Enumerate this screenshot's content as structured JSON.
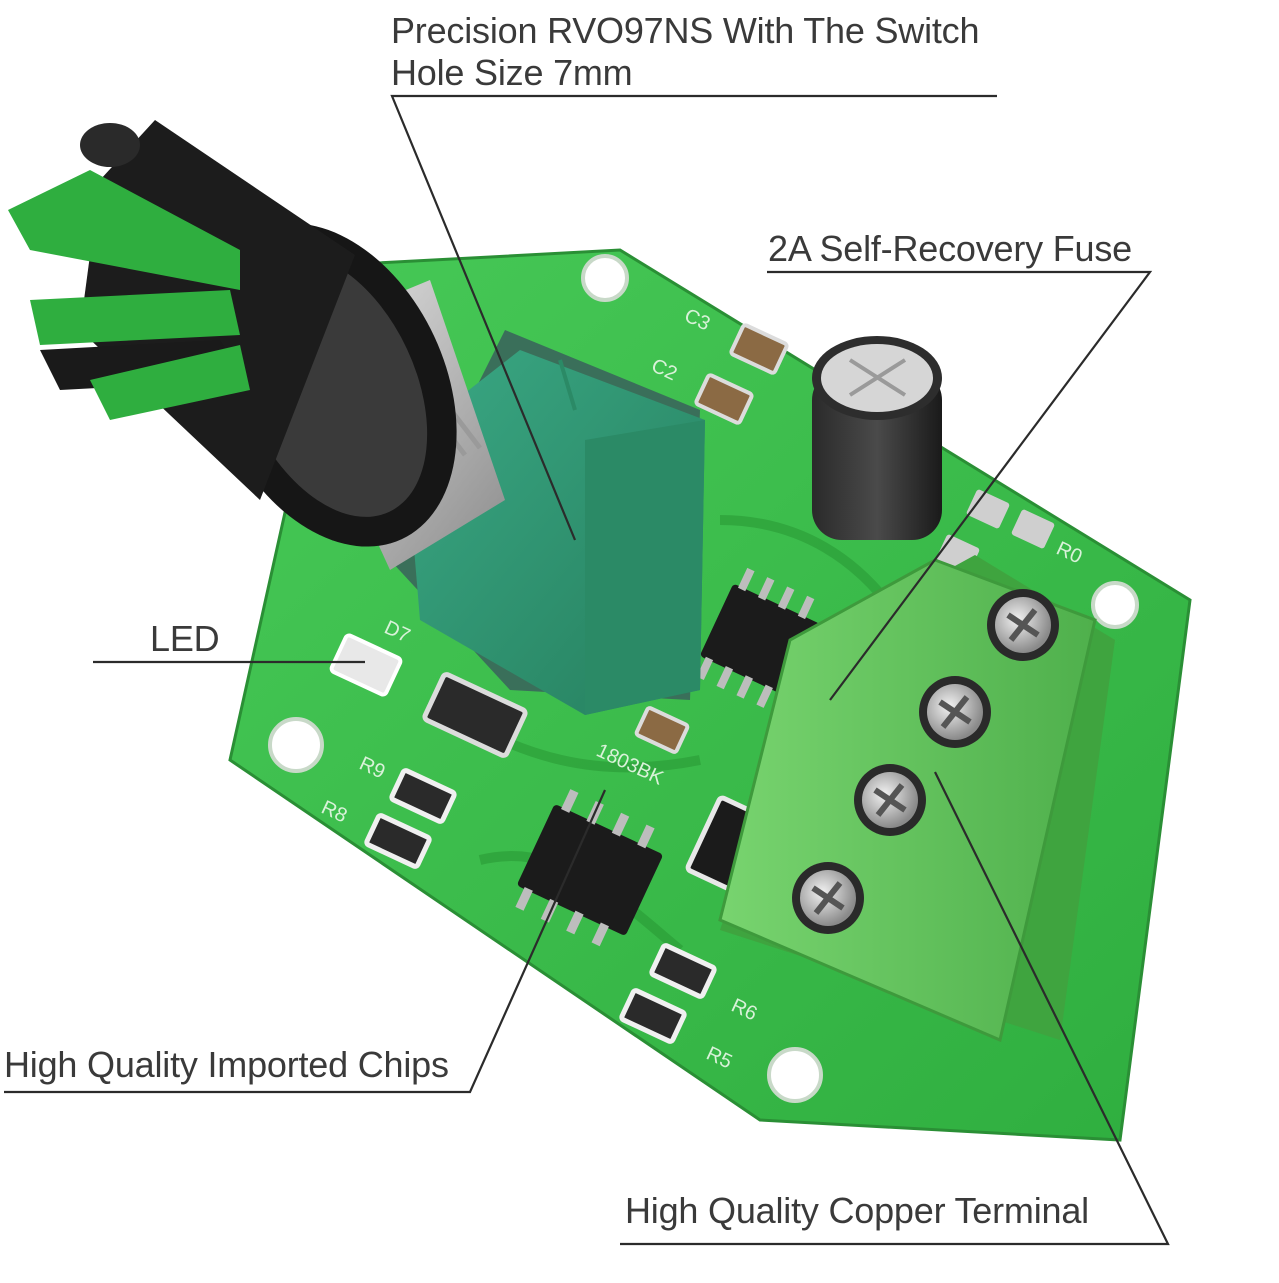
{
  "callouts": {
    "potentiometer": {
      "line1": "Precision RVO97NS With The Switch",
      "line2": "Hole Size 7mm"
    },
    "fuse": "2A Self-Recovery Fuse",
    "led": "LED",
    "chips": "High Quality Imported Chips",
    "terminal": "High Quality Copper Terminal"
  },
  "board_silkscreen": {
    "c3": "C3",
    "c2": "C2",
    "d7": "D7",
    "r0": "R0",
    "r9": "R9",
    "r8": "R8",
    "r6": "R6",
    "r5": "R5",
    "chip_code": "1803BK"
  },
  "colors": {
    "pcb": "#3dbf4a",
    "pcb_dark": "#2a9a36",
    "knob": "#1f1f1f",
    "knob_stripe": "#2fae3f",
    "pot_body": "#2e9a73",
    "terminal": "#5fc45a",
    "leader_line": "#2b2b2b",
    "text": "#3a3a3a"
  }
}
